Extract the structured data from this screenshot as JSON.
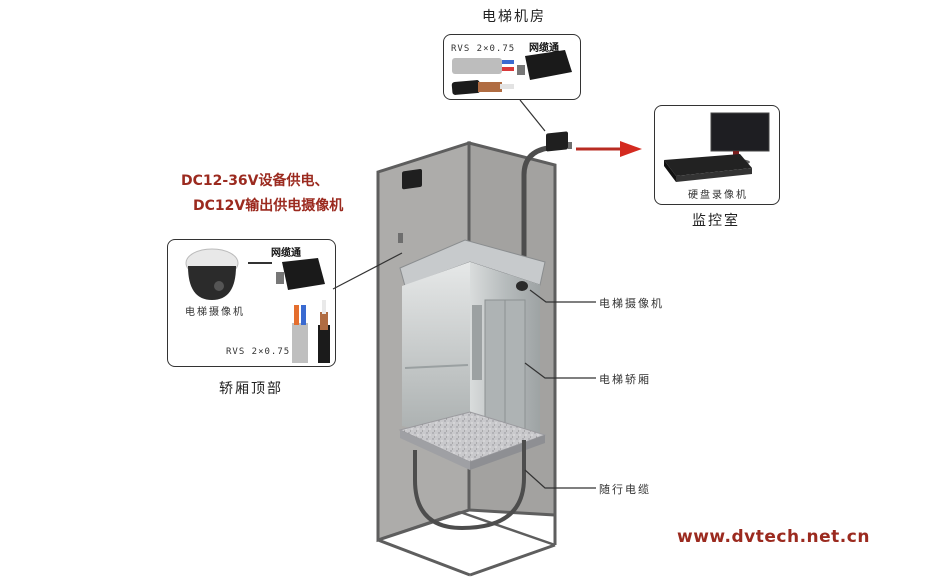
{
  "title_machine_room": "电梯机房",
  "machine_room_box": {
    "cable_spec": "RVS 2×0.75",
    "device_label": "网缆通"
  },
  "power_note": {
    "line1": "DC12-36V设备供电、",
    "line2": "DC12V输出供电摄像机"
  },
  "car_top_box": {
    "device_label": "网缆通",
    "camera_label": "电梯摄像机",
    "cable_spec": "RVS 2×0.75"
  },
  "car_top_title": "轿厢顶部",
  "monitor_room_box": {
    "nvr_label": "硬盘录像机"
  },
  "monitor_room_title": "监控室",
  "callouts": {
    "camera": "电梯摄像机",
    "car": "电梯轿厢",
    "trailing_cable": "随行电缆"
  },
  "website": "www.dvtech.net.cn",
  "colors": {
    "accent_red": "#9b2a1f",
    "arrow_red": "#d42a20",
    "shaft_gray": "#a9a8a5",
    "shaft_edge": "#5e5e5e"
  }
}
